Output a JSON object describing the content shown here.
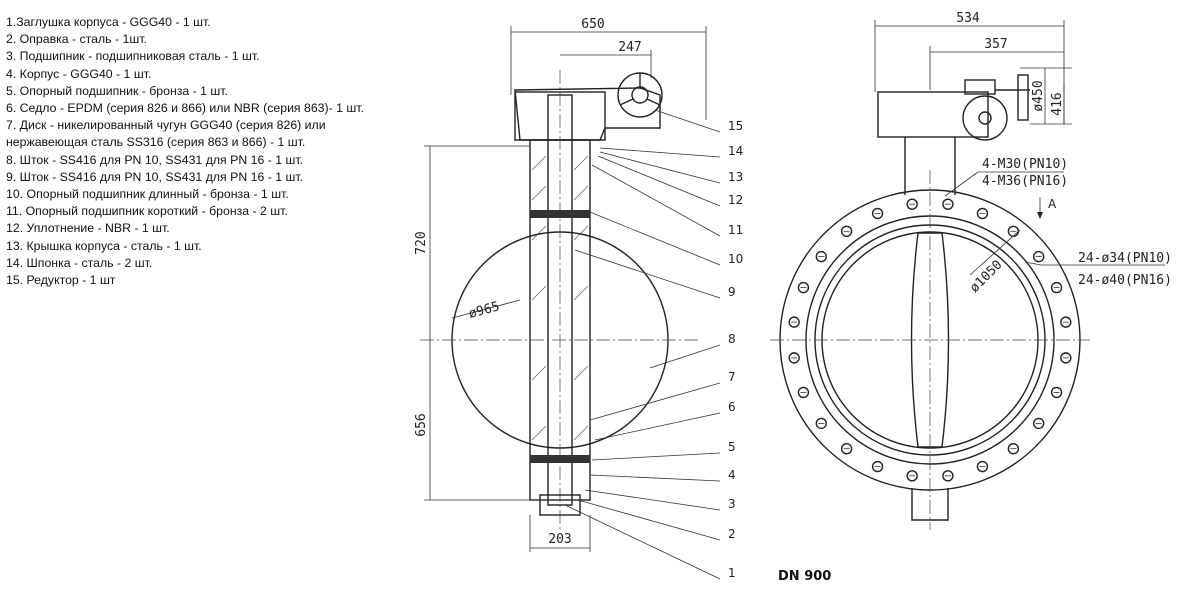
{
  "parts_list": [
    "1.Заглушка корпуса - GGG40 - 1 шт.",
    "2. Оправка - сталь - 1шт.",
    "3. Подшипник - подшипниковая сталь - 1 шт.",
    "4. Корпус - GGG40 - 1 шт.",
    "5. Опорный подшипник - бронза - 1 шт.",
    "6. Седло - EPDM (серия 826 и 866) или NBR (серия 863)- 1 шт.",
    "7. Диск - никелированный чугун GGG40 (серия 826) или",
    "нержавеющая сталь SS316 (серия 863 и 866) - 1 шт.",
    "8. Шток - SS416 для PN 10, SS431 для PN 16 - 1 шт.",
    "9. Шток - SS416 для PN 10, SS431 для PN 16 - 1 шт.",
    "10. Опорный подшипник длинный - бронза - 1 шт.",
    "11. Опорный подшипник короткий - бронза - 2 шт.",
    "12. Уплотнение - NBR - 1 шт.",
    "13. Крышка корпуса - сталь - 1 шт.",
    "14. Шпонка - сталь - 2 шт.",
    "15. Редуктор - 1 шт"
  ],
  "side_view": {
    "dims": {
      "overall_width": "650",
      "gear_offset": "247",
      "upper_height": "720",
      "lower_height": "656",
      "body_width": "203",
      "disc_dia": "ø965"
    },
    "callouts": [
      "15",
      "14",
      "13",
      "12",
      "11",
      "10",
      "9",
      "8",
      "7",
      "6",
      "5",
      "4",
      "3",
      "2",
      "1"
    ]
  },
  "front_view": {
    "dims": {
      "overall_width": "534",
      "gear_offset": "357",
      "wheel_dia": "ø450",
      "gear_height": "416",
      "bolt_circle": "ø1050"
    },
    "bolts_top_1": "4-M30(PN10)",
    "bolts_top_2": "4-M36(PN16)",
    "holes_1": "24-ø34(PN10)",
    "holes_2": "24-ø40(PN16)",
    "view_arrow": "A",
    "caption": "DN 900"
  }
}
